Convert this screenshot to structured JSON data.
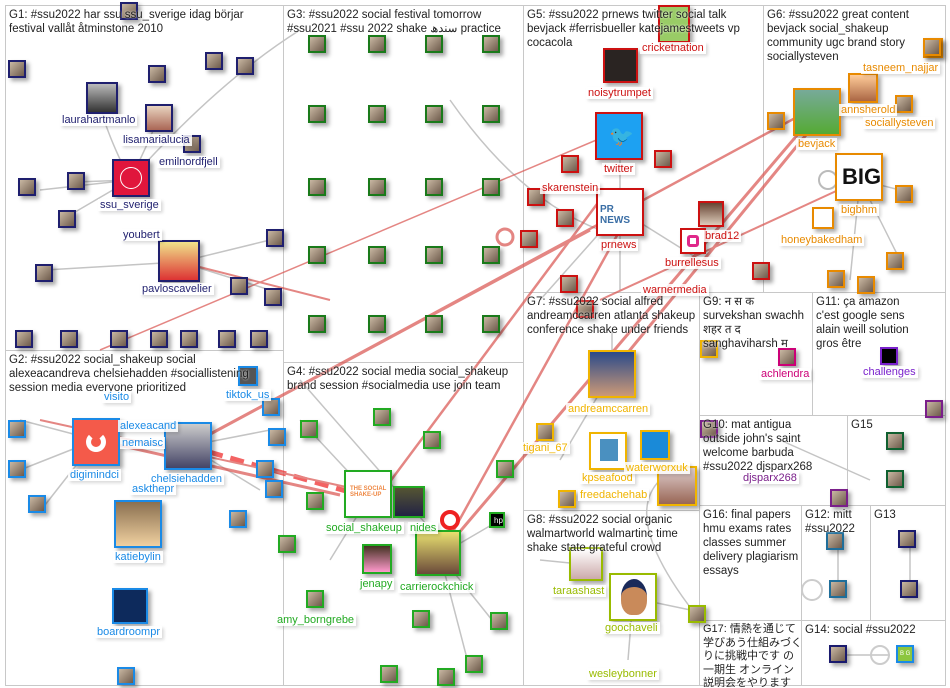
{
  "groups": {
    "g1": "G1: #ssu2022 har ssu ssu_sverige idag börjar festival vallåt åtminstone 2010",
    "g2": "G2: #ssu2022 social_shakeup social alexeacandreva chelsiehadden #sociallistening session media everyone prioritized",
    "g3": "G3: #ssu2022 social festival tomorrow #ssu2021 #ssu 2022 shake سندھ practice",
    "g4": "G4: #ssu2022 social media social_shakeup brand session #socialmedia use join team",
    "g5": "G5: #ssu2022 prnews twitter social talk bevjack #ferrisbueller katejamestweets vp cocacola",
    "g6": "G6: #ssu2022 great content bevjack social_shakeup community ugc brand story sociallysteven",
    "g7": "G7: #ssu2022 social alfred andreamccarren atlanta shakeup conference shake under friends",
    "g8": "G8: #ssu2022 social organic walmartworld walmartinc time shake state grateful crowd",
    "g9": "G9: न स क survekshan swachh शहर त द sanghaviharsh म",
    "g10": "G10: mat antigua outside john's saint welcome barbuda #ssu2022 djsparx268",
    "g11": "G11: ça amazon c'est google sens alain weill solution gros être",
    "g12": "G12: mitt #ssu2022",
    "g13": "G13",
    "g14": "G14: social #ssu2022",
    "g15": "G15",
    "g16": "G16: final papers hmu exams rates classes summer delivery plagiarism essays",
    "g17": "G17: 情熱を通じて学びあう仕組みづくりに挑戦中です の 一期生 オンライン説明会をやります 渋谷スタートアップ大..."
  },
  "nodes": {
    "laurahartmanlo": "laurahartmanlo",
    "lisamarialucia": "lisamarialucia",
    "emilnordfjell": "emilnordfjell",
    "ssu_sverige": "ssu_sverige",
    "youbert": "youbert",
    "pavloscavelier": "pavloscavelier",
    "digimindci": "digimindci",
    "chelsiehadden": "chelsiehadden",
    "askthepr": "askthepr",
    "alexeacand": "alexeacand",
    "nemaisc": "nemaisc",
    "katiebylin": "katiebylin",
    "boardroompr": "boardroompr",
    "tiktok_us": "tiktok_us",
    "visito": "visito",
    "social_shakeup": "social_shakeup",
    "nides": "nides",
    "jenapy": "jenapy",
    "carrierockchick": "carrierockchick",
    "amy_borngrebe": "amy_borngrebe",
    "cricketnation": "cricketnation",
    "noisytrumpet": "noisytrumpet",
    "twitter": "twitter",
    "skarenstein": "skarenstein",
    "prnews": "prnews",
    "brad12": "brad12",
    "burrellesus": "burrellesus",
    "warnermedia": "warnermedia",
    "tasneem_najjar": "tasneem_najjar",
    "annsherold": "annsherold",
    "sociallysteven": "sociallysteven",
    "bevjack": "bevjack",
    "bigbhm": "bigbhm",
    "honeybakedham": "honeybakedham",
    "andreamccarren": "andreamccarren",
    "tigani_67": "tigani_67",
    "kpseafood": "kpseafood",
    "waterworxuk": "waterworxuk",
    "freedachehab": "freedachehab",
    "taraashast": "taraashast",
    "goochaveli": "goochaveli",
    "wesleybonner": "wesleybonner",
    "achlendra": "achlendra",
    "djsparx268": "djsparx268",
    "challenges": "challenges"
  },
  "logos": {
    "big": "BIG",
    "prnews_logo": "PR NEWS",
    "social_shakeup_logo": "THE SOCIAL SHAKE-UP",
    "hp": "hp",
    "bg": "B G"
  },
  "colors": {
    "G1": "#1f1f6e",
    "G2": "#1a8ae6",
    "G3": "#1a7a1a",
    "G4": "#22aa22",
    "G5": "#cc1111",
    "G6": "#e88a00",
    "G7": "#f0b400",
    "G8": "#99bb00",
    "G9": "#cc0077",
    "G10": "#7a1f8a",
    "G11": "#7a22cc",
    "twitter": "#1da1f2",
    "digimind": "#f45a4a",
    "ssu": "#e0163c",
    "edge": "#bbbbbb",
    "edge_strong": "#d9534f"
  }
}
